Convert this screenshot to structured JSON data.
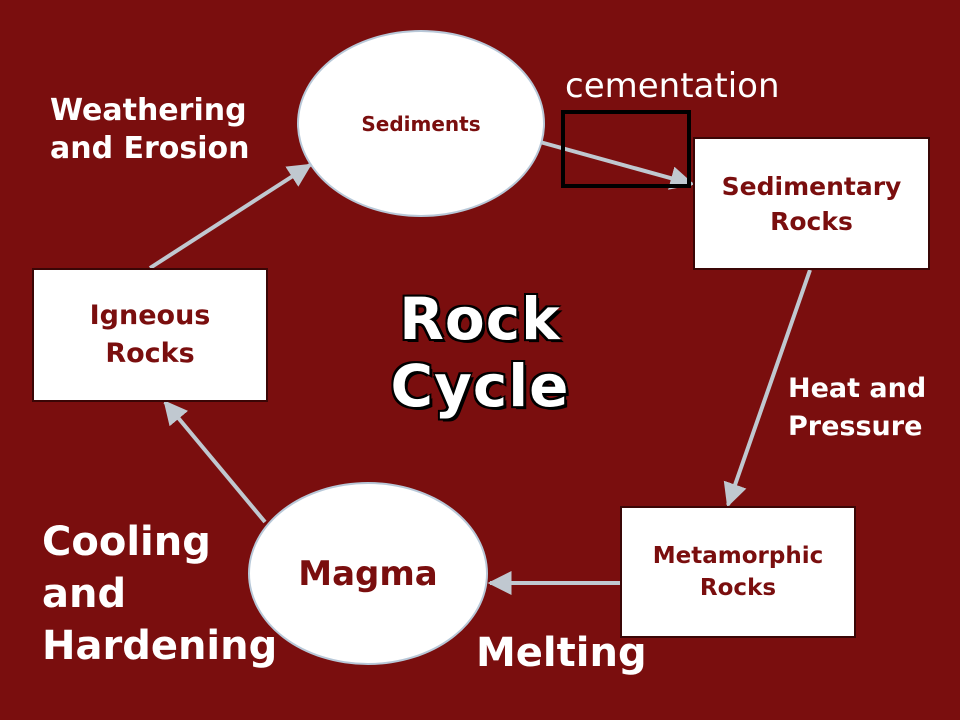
{
  "title": "Rock\nCycle",
  "colors": {
    "background": "#7a0e0e",
    "node_fill": "#ffffff",
    "node_text": "#7a0e0e",
    "arrow": "#c0c8d0",
    "label_text": "#ffffff"
  },
  "nodes": {
    "sediments": "Sediments",
    "sedimentary": "Sedimentary\nRocks",
    "metamorphic": "Metamorphic\nRocks",
    "magma": "Magma",
    "igneous": "Igneous\nRocks"
  },
  "processes": {
    "cementation": "cementation",
    "weathering": "Weathering\nand Erosion",
    "heat_pressure": "Heat and\nPressure",
    "melting": "Melting",
    "cooling": "Cooling\nand\nHardening"
  }
}
